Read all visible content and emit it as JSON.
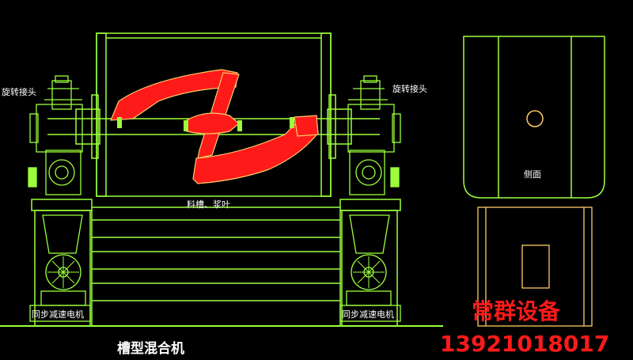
{
  "labels": {
    "rotary_joint_left": "旋转接头",
    "rotary_joint_right": "旋转接头",
    "trough_paddle": "料槽、浆叶",
    "side_view": "侧面",
    "motor_left": "同步减速电机",
    "motor_right": "同步减速电机",
    "title": "槽型混合机"
  },
  "brand": {
    "name": "常群设备",
    "phone": "13921018017"
  },
  "colors": {
    "background": "#000000",
    "outline": "#9cff3c",
    "paddle": "#ff1a1a",
    "base_outline": "#ffcc66",
    "brand_red": "#ff1a1a",
    "text": "#ffffff"
  }
}
